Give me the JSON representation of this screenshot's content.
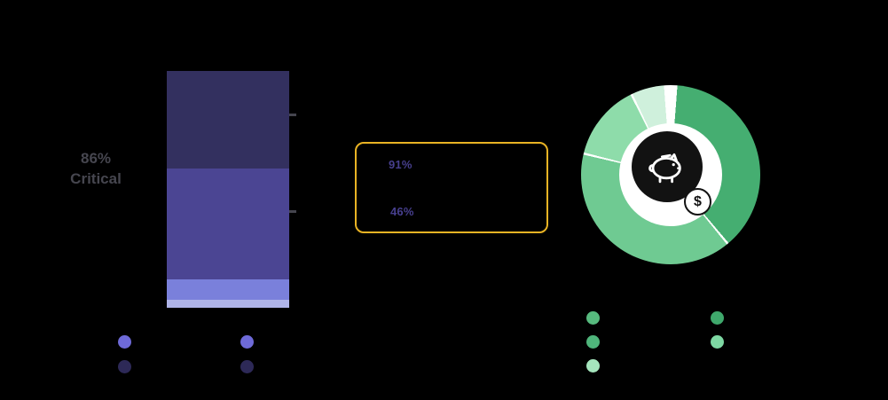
{
  "background_color": "#000000",
  "bar_section": {
    "callout": {
      "line1": "86%",
      "line2": "Critical",
      "color": "#46464F"
    },
    "legend_dots": [
      "#6E6AD8",
      "#2D2957",
      "#6E6AD8",
      "#2D2957"
    ]
  },
  "callout_box": {
    "border_color": "#E9B324",
    "text_color": "#473F8E",
    "value_top": "91%",
    "value_bottom": "46%"
  },
  "donut_section": {
    "dollar_symbol": "$",
    "center_icon": "piggy-bank-with-dollar",
    "legend_dots": [
      "#57BA7E",
      "#4FB57B",
      "#A5E5BD",
      "#3FA86C",
      "#7ED8A3"
    ]
  },
  "chart_data": [
    {
      "type": "bar",
      "stacked": true,
      "orientation": "vertical",
      "annotation": "86% Critical",
      "segments": [
        {
          "name": "top-dark-indigo",
          "color": "#33305F",
          "value_pct": 41.2
        },
        {
          "name": "mid-purple",
          "color": "#4B4593",
          "value_pct": 46.8
        },
        {
          "name": "periwinkle",
          "color": "#7A80DB",
          "value_pct": 8.6
        },
        {
          "name": "bottom-pale-lavender",
          "color": "#AFB4E8",
          "value_pct": 3.4
        }
      ]
    },
    {
      "type": "pie",
      "donut": true,
      "legend_position": "bottom",
      "segments": [
        {
          "name": "gap-top",
          "color": "#FFFFFF",
          "value_pct": 1.2
        },
        {
          "name": "segment-right",
          "color": "#45AE71",
          "value_pct": 37.6
        },
        {
          "name": "gap-1",
          "color": "#FFFFFF",
          "value_pct": 0.4
        },
        {
          "name": "segment-bottom-left",
          "color": "#6FCA92",
          "value_pct": 39.4
        },
        {
          "name": "gap-2",
          "color": "#FFFFFF",
          "value_pct": 0.4
        },
        {
          "name": "segment-upper-left",
          "color": "#8EDCAA",
          "value_pct": 13.6
        },
        {
          "name": "gap-3",
          "color": "#FFFFFF",
          "value_pct": 0.4
        },
        {
          "name": "segment-top-pale",
          "color": "#CFF0DC",
          "value_pct": 5.8
        },
        {
          "name": "gap-4",
          "color": "#FFFFFF",
          "value_pct": 1.2
        }
      ]
    }
  ]
}
